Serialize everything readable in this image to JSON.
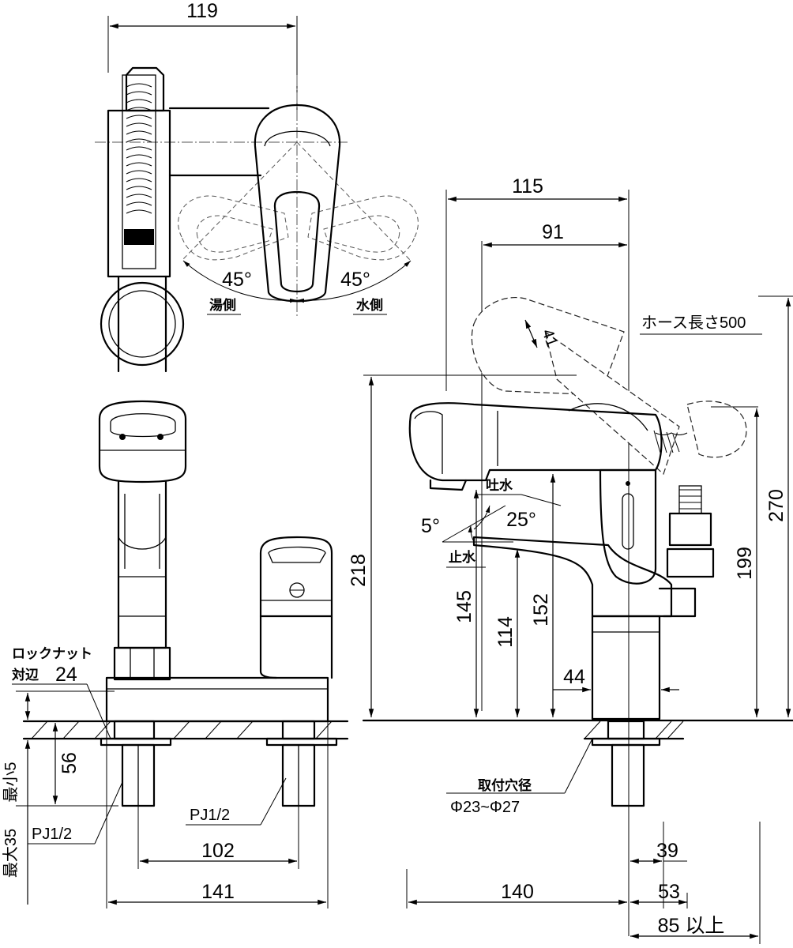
{
  "top_view": {
    "width_119": "119",
    "angle_hot": "45°",
    "angle_cold": "45°",
    "hot_side": "湯側",
    "cold_side": "水側"
  },
  "front_view": {
    "locknut_label": "ロックナット",
    "across_flats_label": "対辺",
    "across_flats_value": "24",
    "dim_56": "56",
    "max_35": "最大35",
    "min_5": "最小5",
    "thread_left": "PJ1/2",
    "thread_right": "PJ1/2",
    "dim_102": "102",
    "dim_141": "141"
  },
  "side_view": {
    "dim_115": "115",
    "dim_91": "91",
    "dim_41": "41",
    "hose_length": "ホース長さ500",
    "spout_label": "吐水",
    "stop_label": "止水",
    "angle_5": "5°",
    "angle_25": "25°",
    "dim_218": "218",
    "dim_145": "145",
    "dim_114": "114",
    "dim_152": "152",
    "dim_199": "199",
    "dim_270": "270",
    "dim_44": "44",
    "hole_label": "取付穴径",
    "hole_range": "Φ23~Φ27",
    "dim_39": "39",
    "dim_140": "140",
    "dim_53": "53",
    "dim_85": "85 以上"
  }
}
